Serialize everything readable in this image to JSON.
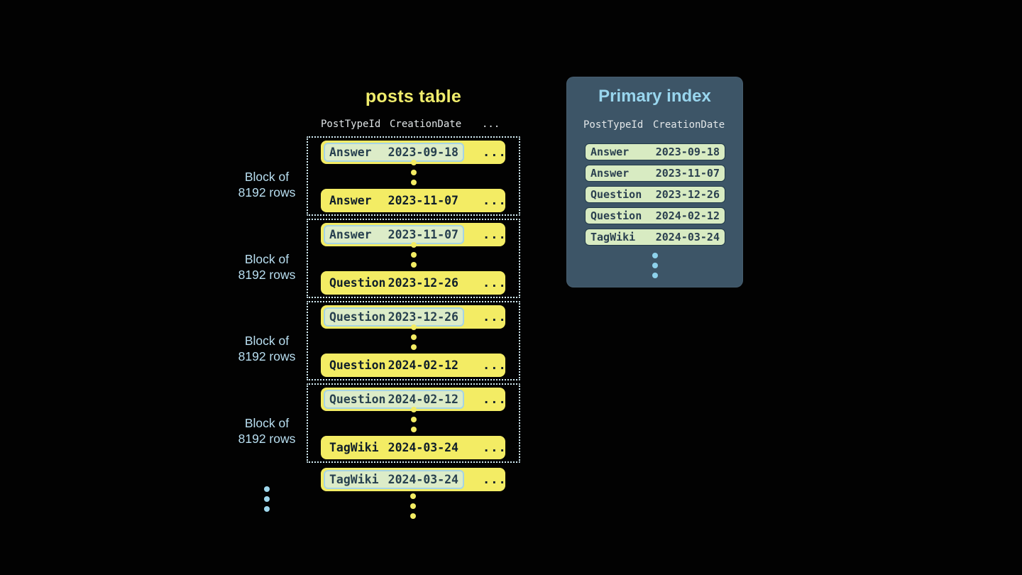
{
  "posts_table": {
    "title": "posts table",
    "columns": [
      "PostTypeId",
      "CreationDate",
      "..."
    ],
    "ellipsis": "...",
    "block_label": {
      "line1": "Block of",
      "line2": "8192 rows"
    },
    "blocks": [
      {
        "first": {
          "type": "Answer",
          "date": "2023-09-18"
        },
        "last": {
          "type": "Answer",
          "date": "2023-11-07"
        }
      },
      {
        "first": {
          "type": "Answer",
          "date": "2023-11-07"
        },
        "last": {
          "type": "Question",
          "date": "2023-12-26"
        }
      },
      {
        "first": {
          "type": "Question",
          "date": "2023-12-26"
        },
        "last": {
          "type": "Question",
          "date": "2024-02-12"
        }
      },
      {
        "first": {
          "type": "Question",
          "date": "2024-02-12"
        },
        "last": {
          "type": "TagWiki",
          "date": "2024-03-24"
        }
      }
    ],
    "overflow_row": {
      "type": "TagWiki",
      "date": "2024-03-24"
    }
  },
  "primary_index": {
    "title": "Primary index",
    "columns": [
      "PostTypeId",
      "CreationDate"
    ],
    "rows": [
      {
        "type": "Answer",
        "date": "2023-09-18"
      },
      {
        "type": "Answer",
        "date": "2023-11-07"
      },
      {
        "type": "Question",
        "date": "2023-12-26"
      },
      {
        "type": "Question",
        "date": "2024-02-12"
      },
      {
        "type": "TagWiki",
        "date": "2024-03-24"
      }
    ]
  },
  "colors": {
    "background": "#020202",
    "row_yellow": "#f3ec64",
    "title_yellow": "#f0ed6c",
    "highlight_mint": "#dcecc8",
    "highlight_border": "#a6d4e4",
    "dotted_block_border": "#d3ecf4",
    "block_label_blue": "#b9dff1",
    "panel_background": "#3d5567",
    "panel_title_blue": "#99d6ee",
    "index_row_mint": "#d8ebc2",
    "dot_blue": "#8ed2ec",
    "dark_text": "#0f1e2a"
  }
}
